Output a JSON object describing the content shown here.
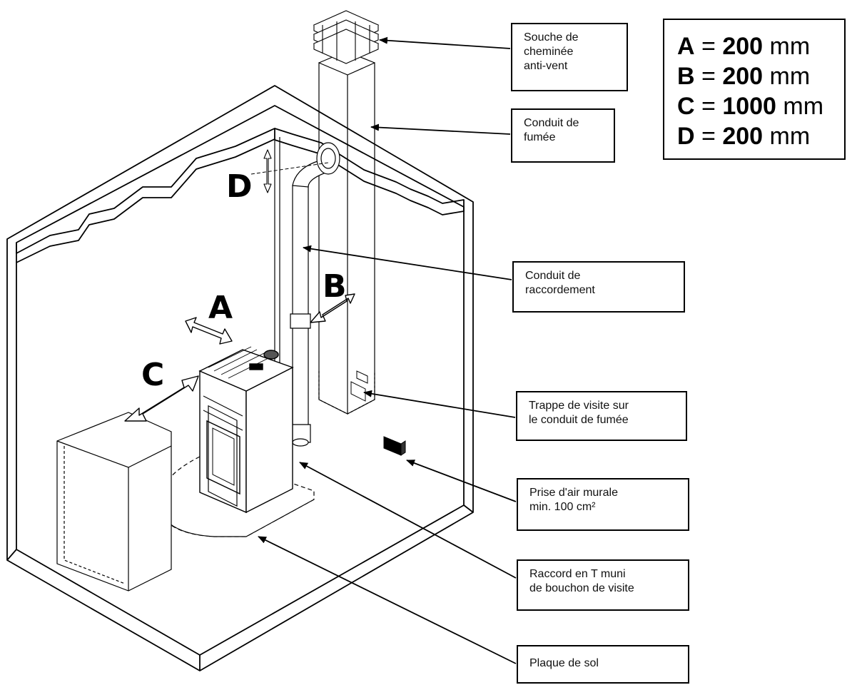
{
  "legend": {
    "rows": [
      {
        "letter": "A",
        "eq": " = ",
        "value": "200",
        "unit": " mm"
      },
      {
        "letter": "B",
        "eq": " = ",
        "value": "200",
        "unit": " mm"
      },
      {
        "letter": "C",
        "eq": " = ",
        "value": "1000",
        "unit": " mm"
      },
      {
        "letter": "D",
        "eq": " = ",
        "value": "200",
        "unit": " mm"
      }
    ]
  },
  "dimensions": {
    "a": "A",
    "b": "B",
    "c": "C",
    "d": "D"
  },
  "callouts": {
    "souche": [
      "Souche de",
      "cheminée",
      "anti-vent"
    ],
    "conduit_fumee": [
      "Conduit de",
      "fumée"
    ],
    "conduit_raccordement": [
      "Conduit de",
      "raccordement"
    ],
    "trappe": [
      "Trappe de visite sur",
      "le conduit de fumée"
    ],
    "prise_air": [
      "Prise d'air murale",
      "min. 100 cm²"
    ],
    "raccord_t": [
      "Raccord en T muni",
      "de bouchon de visite"
    ],
    "plaque": [
      "Plaque de sol"
    ]
  }
}
